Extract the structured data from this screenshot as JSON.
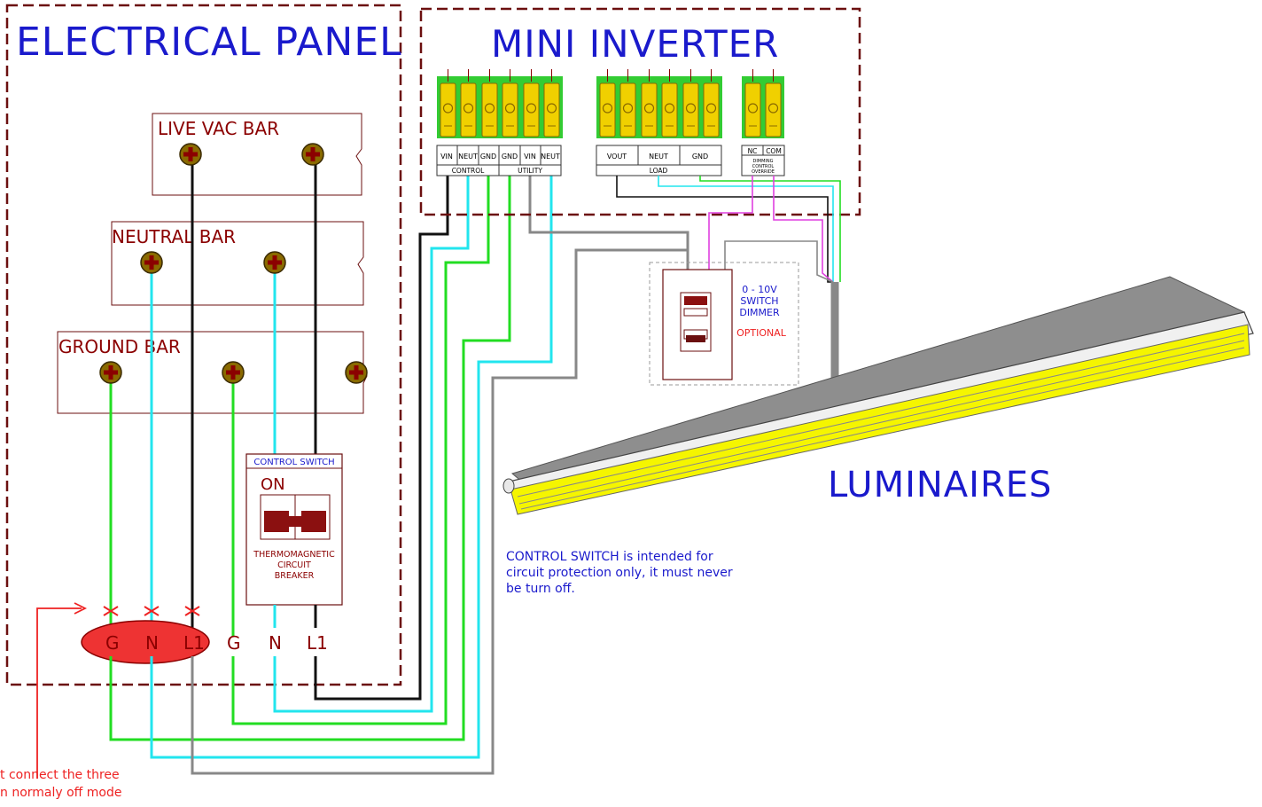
{
  "panel": {
    "title": "ELECTRICAL PANEL",
    "live_bar": "LIVE VAC BAR",
    "neutral_bar": "NEUTRAL BAR",
    "ground_bar": "GROUND BAR",
    "switch": {
      "title": "CONTROL SWITCH",
      "state": "ON",
      "type_line1": "THERMOMAGNETIC",
      "type_line2": "CIRCUIT",
      "type_line3": "BREAKER",
      "out_g": "G",
      "out_n": "N",
      "out_l1": "L1"
    },
    "oval": {
      "g": "G",
      "n": "N",
      "l1": "L1"
    }
  },
  "inverter": {
    "title": "MINI INVERTER",
    "terminals": {
      "vin1": "VIN",
      "neut1": "NEUT",
      "gnd1": "GND",
      "vin2": "VIN",
      "neut2": "NEUT",
      "control": "CONTROL",
      "utility": "UTILITY",
      "vout": "VOUT",
      "neut3": "NEUT",
      "gnd2": "GND",
      "load": "LOAD",
      "nc": "NC",
      "com": "COM",
      "dim1": "DIMMING",
      "dim2": "CONTROL",
      "dim3": "OVERRIDE"
    }
  },
  "dimmer": {
    "line1": "0 - 10V",
    "line2": "SWITCH",
    "line3": "DIMMER",
    "optional": "OPTIONAL"
  },
  "luminaires": "LUMINAIRES",
  "note": {
    "line1": "CONTROL SWITCH is intended for",
    "line2": "circuit protection only, it must never",
    "line3": "be turn off."
  },
  "warning": {
    "line1": "t connect the three",
    "line2": "n normaly off mode"
  },
  "colors": {
    "frame": "#6b0f0f",
    "ground_wire": "#22dd22",
    "neutral_wire": "#22e5ee",
    "live_wire": "#111111",
    "gray_wire": "#888888",
    "dim_wire": "#e040e0",
    "blue_text": "#1a1acc",
    "red": "#ee2222",
    "lamp_yellow": "#f5f500"
  }
}
